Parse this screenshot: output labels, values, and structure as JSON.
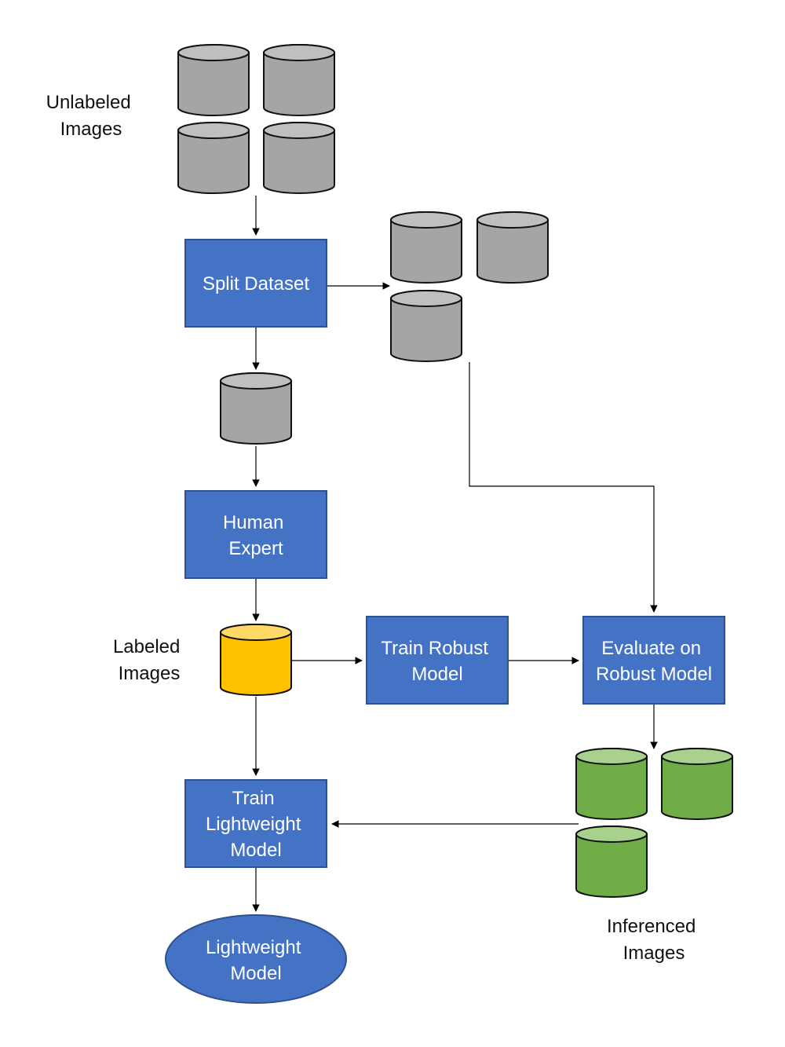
{
  "colors": {
    "process_fill": "#4472C4",
    "process_stroke": "#2F528F",
    "unlabeled_fill": "#A5A5A5",
    "unlabeled_top": "#BFBFBF",
    "labeled_fill": "#FFC000",
    "labeled_top": "#FFD966",
    "inferenced_fill": "#70AD47",
    "inferenced_top": "#A9D18E",
    "arrow": "#000000"
  },
  "nodes": {
    "split_dataset": {
      "label": "Split Dataset"
    },
    "human_expert": {
      "lines": [
        "Human",
        "Expert"
      ]
    },
    "train_robust": {
      "lines": [
        "Train Robust",
        "Model"
      ]
    },
    "evaluate_robust": {
      "lines": [
        "Evaluate on",
        "Robust Model"
      ]
    },
    "train_lightweight": {
      "lines": [
        "Train",
        "Lightweight",
        "Model"
      ]
    },
    "lightweight_model": {
      "lines": [
        "Lightweight",
        "Model"
      ]
    }
  },
  "labels": {
    "unlabeled_images": [
      "Unlabeled",
      "Images"
    ],
    "labeled_images": [
      "Labeled",
      "Images"
    ],
    "inferenced_images": [
      "Inferenced",
      "Images"
    ]
  },
  "icons": {
    "database": "database-cylinder-icon"
  }
}
